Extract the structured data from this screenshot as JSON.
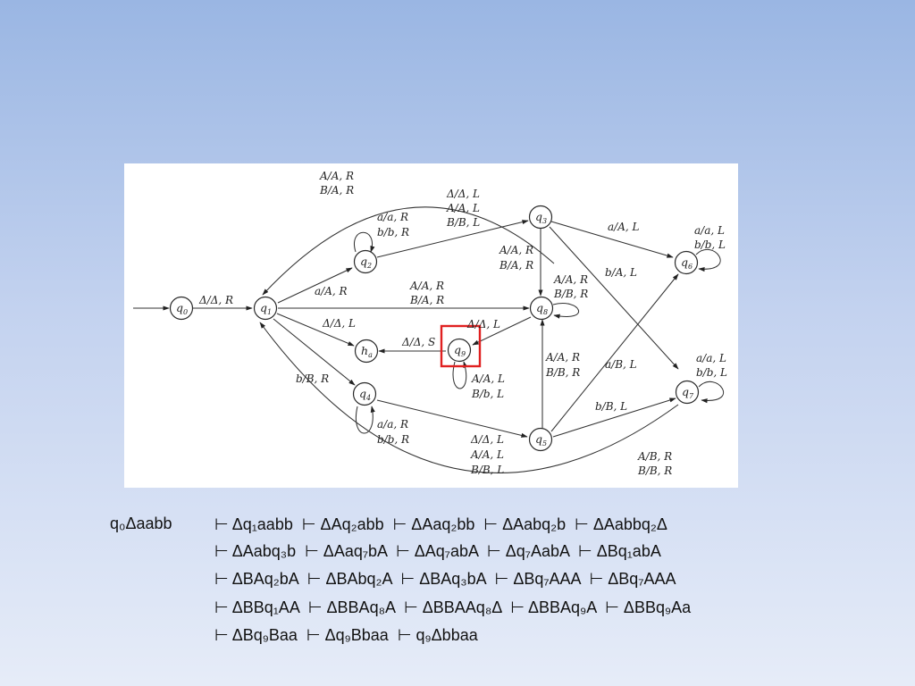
{
  "diagram": {
    "states": {
      "q0": {
        "name": "q",
        "sub": "0"
      },
      "q1": {
        "name": "q",
        "sub": "1"
      },
      "q2": {
        "name": "q",
        "sub": "2"
      },
      "q3": {
        "name": "q",
        "sub": "3"
      },
      "q4": {
        "name": "q",
        "sub": "4"
      },
      "q5": {
        "name": "q",
        "sub": "5"
      },
      "q6": {
        "name": "q",
        "sub": "6"
      },
      "q7": {
        "name": "q",
        "sub": "7"
      },
      "q8": {
        "name": "q",
        "sub": "8"
      },
      "q9": {
        "name": "q",
        "sub": "9"
      },
      "ha": {
        "name": "h",
        "sub": "a"
      }
    },
    "highlighted_state": "q9",
    "highlight_color": "#e02020",
    "transitions": {
      "start": "",
      "q0_q1": [
        "Δ/Δ, R"
      ],
      "q1_top": [
        "A/A, R",
        "B/A, R"
      ],
      "q1_q2": [
        "a/A, R"
      ],
      "q2_loop": [
        "a/a, R",
        "b/b, R"
      ],
      "q2_q3": [
        "Δ/Δ, L",
        "A/A, L",
        "B/B, L"
      ],
      "q3_q8": [
        "A/A, R",
        "B/A, R"
      ],
      "q3_q6": [
        "a/A, L"
      ],
      "q3_q7": [
        "b/A, L"
      ],
      "q1_q8": [
        "A/A, R",
        "B/A, R"
      ],
      "q1_ha": [
        "Δ/Δ, L"
      ],
      "q8_loop": [
        "A/A, R",
        "B/B, R"
      ],
      "q8_q9": [
        "Δ/Δ, L"
      ],
      "q9_ha": [
        "Δ/Δ, S"
      ],
      "q9_loop": [
        "A/A, L",
        "B/b, L"
      ],
      "q6_loop": [
        "a/a, L",
        "b/b, L"
      ],
      "q7_loop": [
        "a/a, L",
        "b/b, L"
      ],
      "q1_q4": [
        "b/B, R"
      ],
      "q4_loop": [
        "a/a, R",
        "b/b, R"
      ],
      "q4_q5": [
        "Δ/Δ, L",
        "A/A, L",
        "B/B, L"
      ],
      "q5_q8": [
        "A/A, R",
        "B/B, R"
      ],
      "q5_q6": [
        "a/B, L"
      ],
      "q5_q7": [
        "b/B, L"
      ],
      "q7_bottom": [
        "A/B, R",
        "B/B, R"
      ]
    }
  },
  "trace": {
    "start": "q₀Δaabb",
    "lines": [
      [
        "⊢ Δq₁aabb",
        "⊢ ΔAq₂abb",
        "⊢ ΔAaq₂bb",
        "⊢ ΔAabq₂b",
        "⊢ ΔAabbq₂Δ"
      ],
      [
        "⊢ ΔAabq₃b",
        "⊢ ΔAaq₇bA",
        "⊢ ΔAq₇abA",
        "⊢ Δq₇AabA",
        "⊢ ΔBq₁abA"
      ],
      [
        "⊢ ΔBAq₂bA",
        "⊢ ΔBAbq₂A",
        "⊢ ΔBAq₃bA",
        "⊢ ΔBq₇AAA",
        "⊢ ΔBq₇AAA"
      ],
      [
        "⊢ ΔBBq₁AA",
        "⊢ ΔBBAq₈A",
        "⊢ ΔBBAAq₈Δ",
        "⊢ ΔBBAq₉A",
        "⊢ ΔBBq₉Aa"
      ],
      [
        "⊢ ΔBq₉Baa",
        "⊢ Δq₉Bbaa",
        "⊢ q₉Δbbaa"
      ]
    ]
  }
}
